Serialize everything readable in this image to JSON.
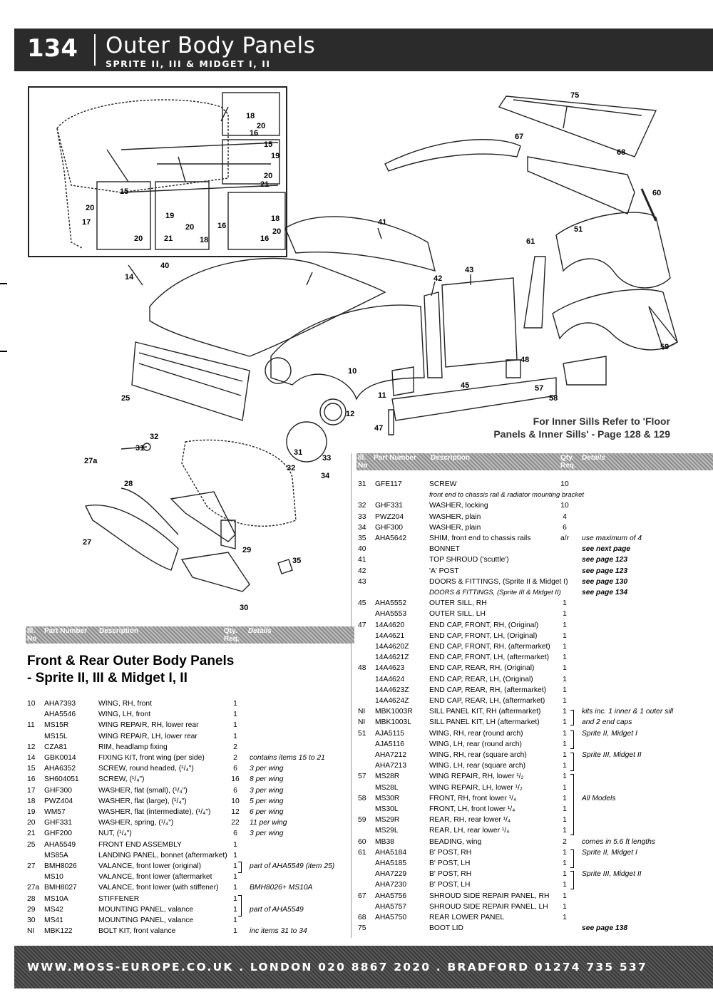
{
  "header": {
    "page_number": "134",
    "title": "Outer Body Panels",
    "subtitle": "SPRITE II, III & MIDGET I, II"
  },
  "note": {
    "line1": "For Inner Sills Refer to 'Floor",
    "line2": "Panels & Inner Sills' - Page 128 & 129"
  },
  "table_headers": {
    "ill_no": "Ill.\nNo",
    "part_number": "Part Number",
    "description": "Description",
    "qty": "Qty.\nReq.",
    "details": "Details"
  },
  "left_table": {
    "heading": "Front & Rear Outer Body Panels - Sprite II, III & Midget I, II",
    "rows": [
      {
        "ill": "10",
        "part": "AHA7393",
        "desc": "WING, RH, front",
        "qty": "1",
        "details": ""
      },
      {
        "ill": "",
        "part": "AHA5546",
        "desc": "WING, LH, front",
        "qty": "1",
        "details": ""
      },
      {
        "ill": "11",
        "part": "MS15R",
        "desc": "WING REPAIR, RH, lower rear",
        "qty": "1",
        "details": ""
      },
      {
        "ill": "",
        "part": "MS15L",
        "desc": "WING REPAIR, LH, lower rear",
        "qty": "1",
        "details": ""
      },
      {
        "ill": "12",
        "part": "CZA81",
        "desc": "RIM, headlamp fixing",
        "qty": "2",
        "details": ""
      },
      {
        "ill": "14",
        "part": "GBK0014",
        "desc": "FIXING KIT, front wing (per side)",
        "qty": "2",
        "details": "contains items 15 to 21"
      },
      {
        "ill": "15",
        "part": "AHA6352",
        "desc": "SCREW, round headed, (¹/₄\")",
        "qty": "6",
        "details": "3 per wing"
      },
      {
        "ill": "16",
        "part": "SH604051",
        "desc": "SCREW, (¹/₄\")",
        "qty": "16",
        "details": "8 per wing"
      },
      {
        "ill": "17",
        "part": "GHF300",
        "desc": "WASHER, flat (small), (¹/₄\")",
        "qty": "6",
        "details": "3 per wing"
      },
      {
        "ill": "18",
        "part": "PWZ404",
        "desc": "WASHER, flat (large), (¹/₄\")",
        "qty": "10",
        "details": "5 per wing"
      },
      {
        "ill": "19",
        "part": "WM57",
        "desc": "WASHER, flat (intermediate), (¹/₄\")",
        "qty": "12",
        "details": "6 per wing"
      },
      {
        "ill": "20",
        "part": "GHF331",
        "desc": "WASHER, spring, (¹/₄\")",
        "qty": "22",
        "details": "11 per wing"
      },
      {
        "ill": "21",
        "part": "GHF200",
        "desc": "NUT, (¹/₄\")",
        "qty": "6",
        "details": "3 per wing"
      },
      {
        "ill": "25",
        "part": "AHA5549",
        "desc": "FRONT END ASSEMBLY",
        "qty": "1",
        "details": ""
      },
      {
        "ill": "",
        "part": "MS85A",
        "desc": "LANDING PANEL, bonnet (aftermarket)",
        "qty": "1",
        "details": ""
      },
      {
        "ill": "27",
        "part": "BMH8026",
        "desc": "VALANCE, front lower (original)",
        "qty": "1",
        "details": "part of AHA5549 (item 25)"
      },
      {
        "ill": "",
        "part": "MS10",
        "desc": "VALANCE, front lower (aftermarket",
        "qty": "1",
        "details": ""
      },
      {
        "ill": "27a",
        "part": "BMH8027",
        "desc": "VALANCE, front lower (with stiffener)",
        "qty": "1",
        "details": "BMH8026+ MS10A"
      },
      {
        "ill": "28",
        "part": "MS10A",
        "desc": "STIFFENER",
        "qty": "1",
        "details": ""
      },
      {
        "ill": "29",
        "part": "MS42",
        "desc": "MOUNTING PANEL, valance",
        "qty": "1",
        "details": "part of AHA5549"
      },
      {
        "ill": "30",
        "part": "MS41",
        "desc": "MOUNTING PANEL, valance",
        "qty": "1",
        "details": ""
      },
      {
        "ill": "NI",
        "part": "MBK122",
        "desc": "BOLT KIT, front valance",
        "qty": "1",
        "details": "inc items 31 to 34"
      }
    ]
  },
  "right_table": {
    "rows": [
      {
        "ill": "31",
        "part": "GFE117",
        "desc": "SCREW",
        "qty": "10",
        "details": ""
      },
      {
        "ill": "",
        "part": "",
        "desc": "front end to chassis rail & radiator mounting bracket",
        "qty": "",
        "details": ""
      },
      {
        "ill": "32",
        "part": "GHF331",
        "desc": "WASHER, locking",
        "qty": "10",
        "details": ""
      },
      {
        "ill": "33",
        "part": "PWZ204",
        "desc": "WASHER, plain",
        "qty": "4",
        "details": ""
      },
      {
        "ill": "34",
        "part": "GHF300",
        "desc": "WASHER, plain",
        "qty": "6",
        "details": ""
      },
      {
        "ill": "35",
        "part": "AHA5642",
        "desc": "SHIM, front end to chassis rails",
        "qty": "a/r",
        "details": "use maximum of 4"
      },
      {
        "ill": "40",
        "part": "",
        "desc": "BONNET",
        "qty": "",
        "details": "see next page"
      },
      {
        "ill": "41",
        "part": "",
        "desc": "TOP SHROUD ('scuttle')",
        "qty": "",
        "details": "see page 123"
      },
      {
        "ill": "42",
        "part": "",
        "desc": "'A' POST",
        "qty": "",
        "details": "see page 123"
      },
      {
        "ill": "43",
        "part": "",
        "desc": "DOORS & FITTINGS, (Sprite II & Midget I)",
        "qty": "",
        "details": "see page 130"
      },
      {
        "ill": "",
        "part": "",
        "desc": "DOORS & FITTINGS, (Sprite III & Midget II)",
        "qty": "",
        "details": "see page 134"
      },
      {
        "ill": "45",
        "part": "AHA5552",
        "desc": "OUTER SILL, RH",
        "qty": "1",
        "details": ""
      },
      {
        "ill": "",
        "part": "AHA5553",
        "desc": "OUTER SILL, LH",
        "qty": "1",
        "details": ""
      },
      {
        "ill": "47",
        "part": "14A4620",
        "desc": "END CAP, FRONT, RH, (Original)",
        "qty": "1",
        "details": ""
      },
      {
        "ill": "",
        "part": "14A4621",
        "desc": "END CAP, FRONT, LH, (Original)",
        "qty": "1",
        "details": ""
      },
      {
        "ill": "",
        "part": "14A4620Z",
        "desc": "END CAP, FRONT, RH, (aftermarket)",
        "qty": "1",
        "details": ""
      },
      {
        "ill": "",
        "part": "14A4621Z",
        "desc": "END CAP, FRONT, LH, (aftermarket)",
        "qty": "1",
        "details": ""
      },
      {
        "ill": "48",
        "part": "14A4623",
        "desc": "END CAP, REAR, RH, (Original)",
        "qty": "1",
        "details": ""
      },
      {
        "ill": "",
        "part": "14A4624",
        "desc": "END CAP, REAR, LH, (Original)",
        "qty": "1",
        "details": ""
      },
      {
        "ill": "",
        "part": "14A4623Z",
        "desc": "END CAP, REAR, RH, (aftermarket)",
        "qty": "1",
        "details": ""
      },
      {
        "ill": "",
        "part": "14A4624Z",
        "desc": "END CAP, REAR, LH, (aftermarket)",
        "qty": "1",
        "details": ""
      },
      {
        "ill": "NI",
        "part": "MBK1003R",
        "desc": "SILL PANEL KIT, RH (aftermarket)",
        "qty": "1",
        "details": "kits inc. 1 inner & 1 outer sill"
      },
      {
        "ill": "NI",
        "part": "MBK1003L",
        "desc": "SILL PANEL KIT, LH (aftermarket)",
        "qty": "1",
        "details": "and 2 end caps"
      },
      {
        "ill": "51",
        "part": "AJA5115",
        "desc": "WING, RH, rear (round arch)",
        "qty": "1",
        "details": "Sprite II, Midget I"
      },
      {
        "ill": "",
        "part": "AJA5116",
        "desc": "WING, LH, rear (round arch)",
        "qty": "1",
        "details": ""
      },
      {
        "ill": "",
        "part": "AHA7212",
        "desc": "WING, RH, rear (square arch)",
        "qty": "1",
        "details": "Sprite III, Midget II"
      },
      {
        "ill": "",
        "part": "AHA7213",
        "desc": "WING, LH, rear (square arch)",
        "qty": "1",
        "details": ""
      },
      {
        "ill": "57",
        "part": "MS28R",
        "desc": "WING REPAIR, RH, lower ¹/₂",
        "qty": "1",
        "details": ""
      },
      {
        "ill": "",
        "part": "MS28L",
        "desc": "WING REPAIR, LH, lower ¹/₂",
        "qty": "1",
        "details": ""
      },
      {
        "ill": "58",
        "part": "MS30R",
        "desc": "FRONT, RH, front lower ¹/₄",
        "qty": "1",
        "details": "All Models"
      },
      {
        "ill": "",
        "part": "MS30L",
        "desc": "FRONT, LH, front lower ¹/₄",
        "qty": "1",
        "details": ""
      },
      {
        "ill": "59",
        "part": "MS29R",
        "desc": "REAR, RH, rear lower ¹/₄",
        "qty": "1",
        "details": ""
      },
      {
        "ill": "",
        "part": "MS29L",
        "desc": "REAR, LH, rear lower ¹/₄",
        "qty": "1",
        "details": ""
      },
      {
        "ill": "60",
        "part": "MB38",
        "desc": "BEADING, wing",
        "qty": "2",
        "details": "comes in 5.6 ft lengths"
      },
      {
        "ill": "61",
        "part": "AHA5184",
        "desc": "B' POST, RH",
        "qty": "1",
        "details": "Sprite II, Midget I"
      },
      {
        "ill": "",
        "part": "AHA5185",
        "desc": "B' POST, LH",
        "qty": "1",
        "details": ""
      },
      {
        "ill": "",
        "part": "AHA7229",
        "desc": "B' POST, RH",
        "qty": "1",
        "details": "Sprite III, Midget II"
      },
      {
        "ill": "",
        "part": "AHA7230",
        "desc": "B' POST, LH",
        "qty": "1",
        "details": ""
      },
      {
        "ill": "67",
        "part": "AHA5756",
        "desc": "SHROUD SIDE REPAIR PANEL, RH",
        "qty": "1",
        "details": ""
      },
      {
        "ill": "",
        "part": "AHA5757",
        "desc": "SHROUD SIDE REPAIR PANEL, LH",
        "qty": "1",
        "details": ""
      },
      {
        "ill": "68",
        "part": "AHA5750",
        "desc": "REAR LOWER PANEL",
        "qty": "1",
        "details": ""
      },
      {
        "ill": "75",
        "part": "",
        "desc": "BOOT LID",
        "qty": "",
        "details": "see page 138"
      }
    ]
  },
  "diagram_labels": [
    "75",
    "67",
    "68",
    "60",
    "51",
    "61",
    "41",
    "43",
    "42",
    "40",
    "14",
    "10",
    "48",
    "45",
    "59",
    "57",
    "58",
    "11",
    "12",
    "47",
    "25",
    "32",
    "31",
    "33",
    "34",
    "27a",
    "28",
    "27",
    "29",
    "35",
    "30",
    "18",
    "20",
    "16",
    "15",
    "19",
    "21",
    "17"
  ],
  "footer": {
    "text": "WWW.MOSS-EUROPE.CO.UK . LONDON 020 8867 2020 . BRADFORD 01274 735 537"
  }
}
